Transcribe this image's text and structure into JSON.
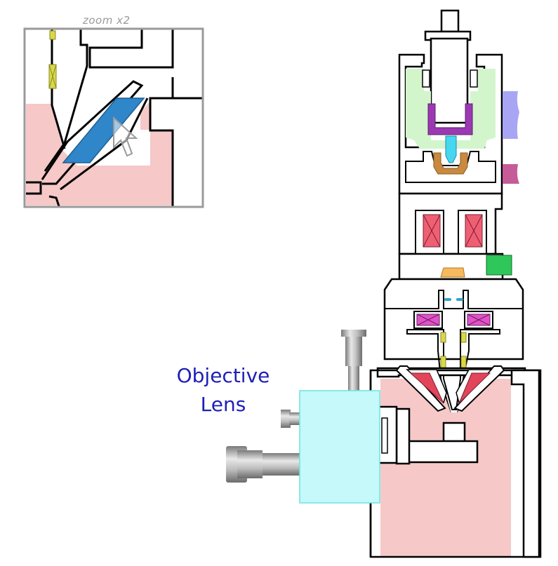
{
  "inset": {
    "zoom_label": "zoom x2"
  },
  "callout": {
    "line1": "Objective",
    "line2": "Lens"
  },
  "colors": {
    "chamber_fill": "#f6c8c8",
    "gun_region": "#d3f5cc",
    "purple_cap": "#9b39b2",
    "emitter": "#46d6f0",
    "suppressor": "#c98a3f",
    "coil": "#ef5f74",
    "aperture": "#f7b95e",
    "detector_highlight": "#2f86c9",
    "callout_box": "#c6f9f9",
    "callout_text": "#1f1fb8",
    "port_blue": "#a8a6f4",
    "port_magenta": "#c55c98",
    "port_green": "#2fc65a",
    "deflector": "#d9d84a"
  },
  "icons": [
    "cursor-arrow-icon"
  ]
}
